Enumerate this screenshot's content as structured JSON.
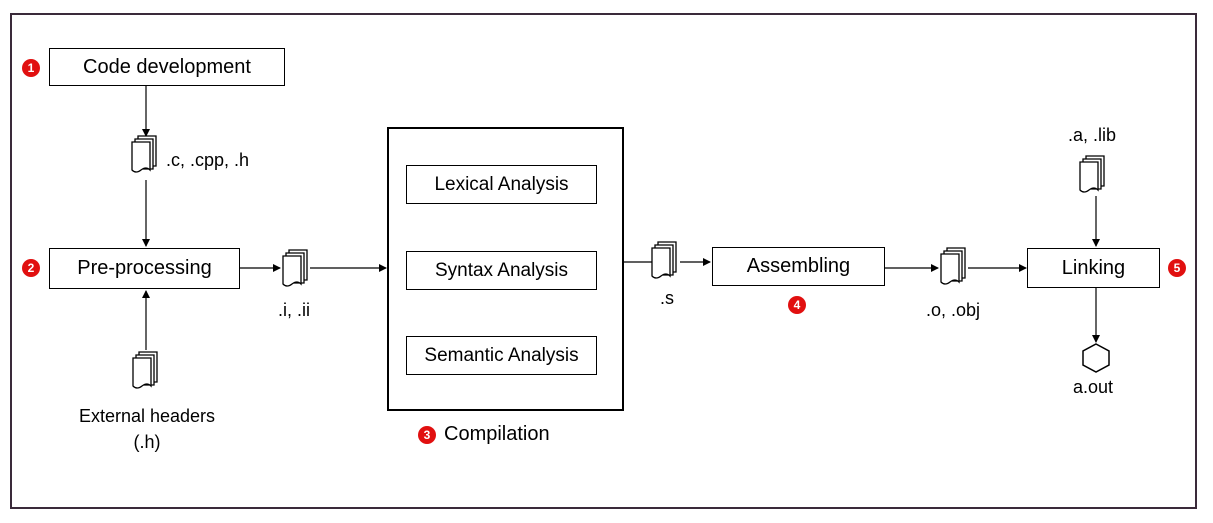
{
  "colors": {
    "step_badge": "#e11010",
    "frame": "#3a2a3a",
    "line": "#000000"
  },
  "steps": {
    "code_dev": {
      "num": "1",
      "label": "Code development"
    },
    "preproc": {
      "num": "2",
      "label": "Pre-processing"
    },
    "compilation": {
      "num": "3",
      "label": "Compilation",
      "phases": [
        "Lexical Analysis",
        "Syntax Analysis",
        "Semantic Analysis"
      ]
    },
    "assembling": {
      "num": "4",
      "label": "Assembling"
    },
    "linking": {
      "num": "5",
      "label": "Linking"
    }
  },
  "files": {
    "source": ".c, .cpp, .h",
    "preprocessed": ".i, .ii",
    "assembly": ".s",
    "object": ".o, .obj",
    "libraries": ".a, .lib",
    "headers_line1": "External headers",
    "headers_line2": "(.h)",
    "output": "a.out"
  },
  "icons": {
    "document_stack": "document-stack-icon",
    "hexagon": "hexagon-icon"
  }
}
